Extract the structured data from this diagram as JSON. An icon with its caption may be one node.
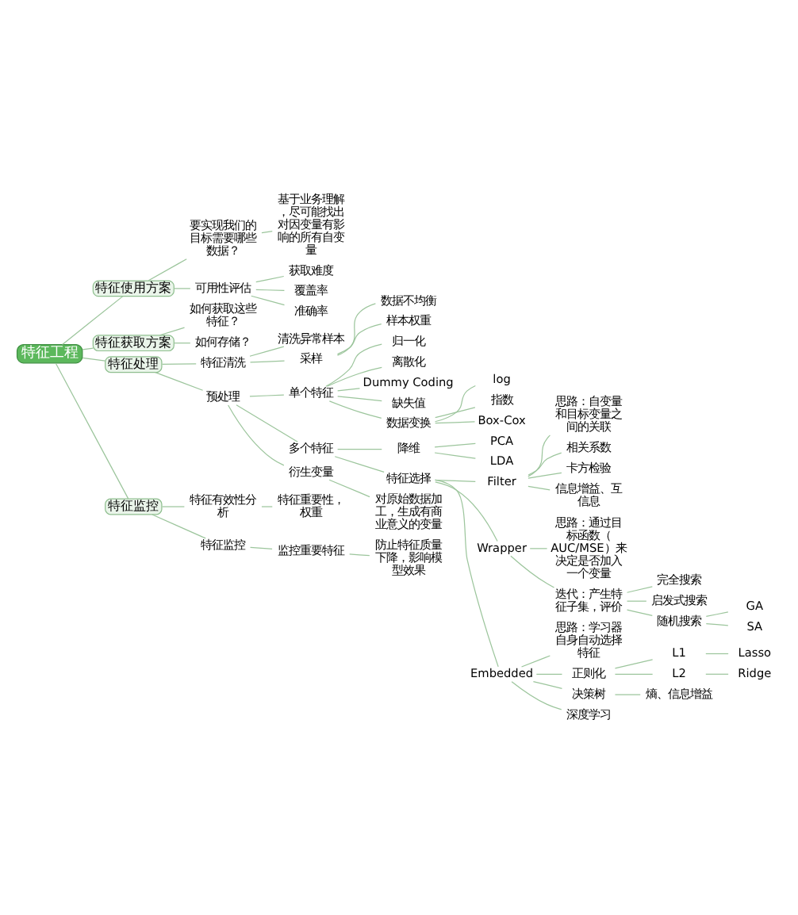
{
  "diagram": {
    "nodes": [
      {
        "text": [
          "特征工程"
        ]
      },
      {
        "text": [
          "特征使用方案"
        ]
      },
      {
        "text": [
          "要实现我们的目标需要哪些数据？"
        ]
      },
      {
        "text": [
          "基于业务理解，尽可能找出对因变量有影响的所有自变量"
        ]
      },
      {
        "text": [
          "可用性评估"
        ]
      },
      {
        "text": [
          "获取难度"
        ]
      },
      {
        "text": [
          "覆盖率"
        ]
      },
      {
        "text": [
          "准确率"
        ]
      },
      {
        "text": [
          "特征获取方案"
        ]
      },
      {
        "text": [
          "如何获取这些特征？"
        ]
      },
      {
        "text": [
          "如何存储？"
        ]
      },
      {
        "text": [
          "特征处理"
        ]
      },
      {
        "text": [
          "特征清洗"
        ]
      },
      {
        "text": [
          "清洗异常样本"
        ]
      },
      {
        "text": [
          "采样"
        ]
      },
      {
        "text": [
          "数据不均衡"
        ]
      },
      {
        "text": [
          "样本权重"
        ]
      },
      {
        "text": [
          "预处理"
        ]
      },
      {
        "text": [
          "单个特征"
        ]
      },
      {
        "text": [
          "归一化"
        ]
      },
      {
        "text": [
          "离散化"
        ]
      },
      {
        "text": [
          "Dummy Coding"
        ]
      },
      {
        "text": [
          "缺失值"
        ]
      },
      {
        "text": [
          "数据变换"
        ]
      },
      {
        "text": [
          "log"
        ]
      },
      {
        "text": [
          "指数"
        ]
      },
      {
        "text": [
          "Box-Cox"
        ]
      },
      {
        "text": [
          "多个特征"
        ]
      },
      {
        "text": [
          "降维"
        ]
      },
      {
        "text": [
          "PCA"
        ]
      },
      {
        "text": [
          "LDA"
        ]
      },
      {
        "text": [
          "特征选择"
        ]
      },
      {
        "text": [
          "Filter"
        ]
      },
      {
        "text": [
          "思路：自变量和目标变量之间的关联"
        ]
      },
      {
        "text": [
          "相关系数"
        ]
      },
      {
        "text": [
          "卡方检验"
        ]
      },
      {
        "text": [
          "信息增益、互信息"
        ]
      },
      {
        "text": [
          "Wrapper"
        ]
      },
      {
        "text": [
          "思路：通过目标函数（AUC/MSE）来决定是否加入一个变量"
        ]
      },
      {
        "text": [
          "迭代：产生特征子集，评价"
        ]
      },
      {
        "text": [
          "完全搜索"
        ]
      },
      {
        "text": [
          "启发式搜索"
        ]
      },
      {
        "text": [
          "随机搜索"
        ]
      },
      {
        "text": [
          "GA"
        ]
      },
      {
        "text": [
          "SA"
        ]
      },
      {
        "text": [
          "Embedded"
        ]
      },
      {
        "text": [
          "思路：学习器自身自动选择特征"
        ]
      },
      {
        "text": [
          "正则化"
        ]
      },
      {
        "text": [
          "L1"
        ]
      },
      {
        "text": [
          "Lasso"
        ]
      },
      {
        "text": [
          "L2"
        ]
      },
      {
        "text": [
          "Ridge"
        ]
      },
      {
        "text": [
          "决策树"
        ]
      },
      {
        "text": [
          "熵、信息增益"
        ]
      },
      {
        "text": [
          "深度学习"
        ]
      },
      {
        "text": [
          "衍生变量"
        ]
      },
      {
        "text": [
          "对原始数据加工，生成有商业意义的变量"
        ]
      },
      {
        "text": [
          "特征监控"
        ]
      },
      {
        "text": [
          "特征有效性分析"
        ]
      },
      {
        "text": [
          "特征重要性，权重"
        ]
      },
      {
        "text": [
          "特征监控"
        ]
      },
      {
        "text": [
          "监控重要特征"
        ]
      },
      {
        "text": [
          "防止特征质量下降，影响模型效果"
        ]
      }
    ],
    "edges": [
      {
        "from": 0,
        "to": 1,
        "arrow": "none"
      },
      {
        "from": 1,
        "to": 2,
        "arrow": "none"
      },
      {
        "from": 2,
        "to": 3,
        "arrow": "none"
      },
      {
        "from": 1,
        "to": 4,
        "arrow": "none"
      },
      {
        "from": 4,
        "to": 5,
        "arrow": "none"
      },
      {
        "from": 4,
        "to": 6,
        "arrow": "none"
      },
      {
        "from": 4,
        "to": 7,
        "arrow": "none"
      },
      {
        "from": 0,
        "to": 8,
        "arrow": "none"
      },
      {
        "from": 8,
        "to": 9,
        "arrow": "none"
      },
      {
        "from": 8,
        "to": 10,
        "arrow": "none"
      },
      {
        "from": 0,
        "to": 11,
        "arrow": "none"
      },
      {
        "from": 11,
        "to": 12,
        "arrow": "none"
      },
      {
        "from": 12,
        "to": 13,
        "arrow": "none"
      },
      {
        "from": 12,
        "to": 14,
        "arrow": "none"
      },
      {
        "from": 14,
        "to": 15,
        "arrow": "none"
      },
      {
        "from": 14,
        "to": 16,
        "arrow": "none"
      },
      {
        "from": 11,
        "to": 17,
        "arrow": "none"
      },
      {
        "from": 17,
        "to": 18,
        "arrow": "none"
      },
      {
        "from": 18,
        "to": 19,
        "arrow": "none"
      },
      {
        "from": 18,
        "to": 20,
        "arrow": "none"
      },
      {
        "from": 18,
        "to": 21,
        "arrow": "none"
      },
      {
        "from": 18,
        "to": 22,
        "arrow": "none"
      },
      {
        "from": 18,
        "to": 23,
        "arrow": "none"
      },
      {
        "from": 23,
        "to": 24,
        "arrow": "none"
      },
      {
        "from": 23,
        "to": 25,
        "arrow": "none"
      },
      {
        "from": 23,
        "to": 26,
        "arrow": "none"
      },
      {
        "from": 17,
        "to": 27,
        "arrow": "none"
      },
      {
        "from": 27,
        "to": 28,
        "arrow": "none"
      },
      {
        "from": 28,
        "to": 29,
        "arrow": "none"
      },
      {
        "from": 28,
        "to": 30,
        "arrow": "none"
      },
      {
        "from": 27,
        "to": 31,
        "arrow": "none"
      },
      {
        "from": 31,
        "to": 32,
        "arrow": "none"
      },
      {
        "from": 32,
        "to": 33,
        "arrow": "none"
      },
      {
        "from": 32,
        "to": 34,
        "arrow": "none"
      },
      {
        "from": 32,
        "to": 35,
        "arrow": "none"
      },
      {
        "from": 32,
        "to": 36,
        "arrow": "none"
      },
      {
        "from": 31,
        "to": 37,
        "arrow": "none"
      },
      {
        "from": 37,
        "to": 38,
        "arrow": "none"
      },
      {
        "from": 37,
        "to": 39,
        "arrow": "none"
      },
      {
        "from": 39,
        "to": 40,
        "arrow": "none"
      },
      {
        "from": 39,
        "to": 41,
        "arrow": "none"
      },
      {
        "from": 39,
        "to": 42,
        "arrow": "none"
      },
      {
        "from": 42,
        "to": 43,
        "arrow": "none"
      },
      {
        "from": 42,
        "to": 44,
        "arrow": "none"
      },
      {
        "from": 31,
        "to": 45,
        "arrow": "none"
      },
      {
        "from": 45,
        "to": 46,
        "arrow": "none"
      },
      {
        "from": 45,
        "to": 47,
        "arrow": "none"
      },
      {
        "from": 47,
        "to": 48,
        "arrow": "none"
      },
      {
        "from": 48,
        "to": 49,
        "arrow": "none"
      },
      {
        "from": 47,
        "to": 50,
        "arrow": "none"
      },
      {
        "from": 50,
        "to": 51,
        "arrow": "none"
      },
      {
        "from": 45,
        "to": 52,
        "arrow": "none"
      },
      {
        "from": 52,
        "to": 53,
        "arrow": "none"
      },
      {
        "from": 45,
        "to": 54,
        "arrow": "none"
      },
      {
        "from": 17,
        "to": 55,
        "arrow": "none"
      },
      {
        "from": 55,
        "to": 56,
        "arrow": "none"
      },
      {
        "from": 0,
        "to": 57,
        "arrow": "none"
      },
      {
        "from": 57,
        "to": 58,
        "arrow": "none"
      },
      {
        "from": 58,
        "to": 59,
        "arrow": "none"
      },
      {
        "from": 57,
        "to": 60,
        "arrow": "none"
      },
      {
        "from": 60,
        "to": 61,
        "arrow": "none"
      },
      {
        "from": 61,
        "to": 62,
        "arrow": "none"
      }
    ]
  }
}
